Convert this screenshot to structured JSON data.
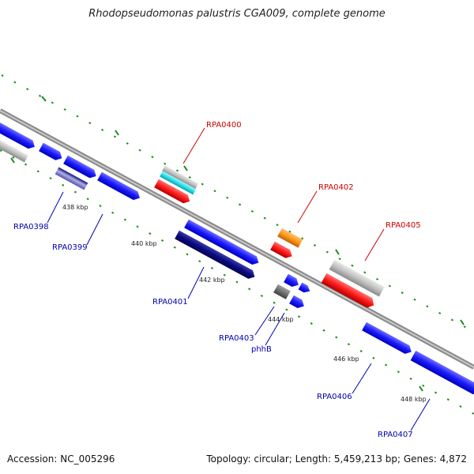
{
  "title": "Rhodopseudomonas palustris CGA009, complete genome",
  "accession": "Accession: NC_005296",
  "summary": "Topology: circular; Length: 5,459,213 bp; Genes: 4,872",
  "colors": {
    "forward_gene": "#1a1aff",
    "reverse_gene": "#0a0a80",
    "rna_gene": "#ff1a1a",
    "pseudo": "#c0c0c0",
    "highlight": "#ff9a1a",
    "other": "#2ae0e8",
    "grey": "#707070",
    "label_forward": "#0000b0",
    "label_reverse": "#d00000",
    "tick": "#1a8a1a"
  },
  "scale_labels": [
    "438 kbp",
    "440 kbp",
    "442 kbp",
    "444 kbp",
    "446 kbp",
    "448 kbp"
  ],
  "gene_labels": [
    {
      "text": "RPA0398",
      "strand": "forward"
    },
    {
      "text": "RPA0399",
      "strand": "forward"
    },
    {
      "text": "RPA0400",
      "strand": "reverse"
    },
    {
      "text": "RPA0401",
      "strand": "forward"
    },
    {
      "text": "RPA0402",
      "strand": "reverse"
    },
    {
      "text": "RPA0403",
      "strand": "forward"
    },
    {
      "text": "phhB",
      "strand": "forward"
    },
    {
      "text": "RPA0405",
      "strand": "reverse"
    },
    {
      "text": "RPA0406",
      "strand": "forward"
    },
    {
      "text": "RPA0407",
      "strand": "forward"
    }
  ]
}
